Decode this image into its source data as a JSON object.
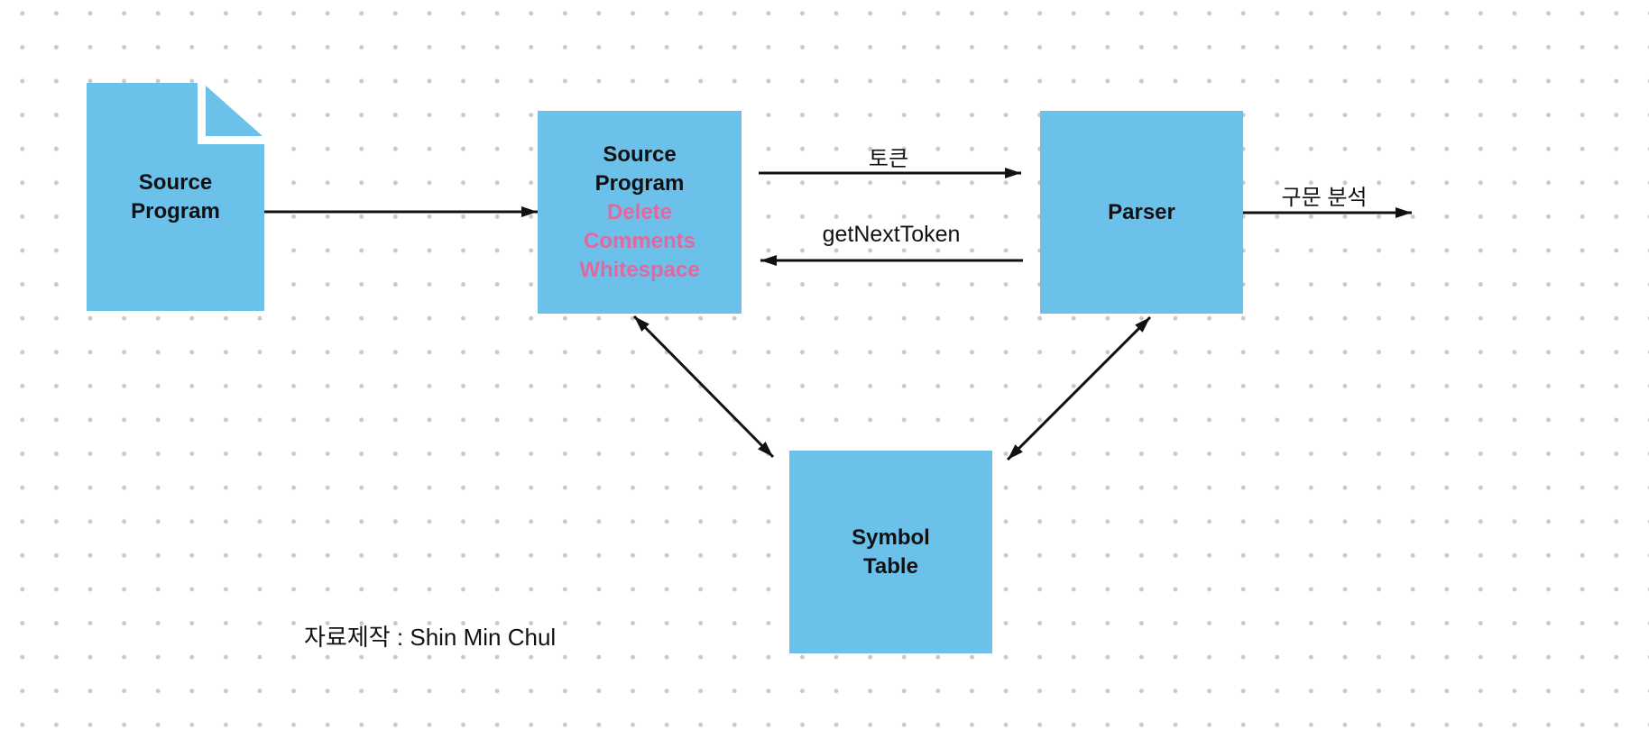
{
  "canvas": {
    "background": "#ffffff",
    "dot_color": "#c9c9c9",
    "node_fill": "#6cc1eb",
    "pink_text_color": "#e2689d",
    "ink_color": "#111111"
  },
  "nodes": {
    "source_doc": {
      "lines": [
        "Source",
        "Program"
      ]
    },
    "lexer": {
      "title_lines": [
        "Source",
        "Program"
      ],
      "pink_lines": [
        "Delete",
        "Comments",
        "Whitespace"
      ]
    },
    "parser": {
      "label": "Parser"
    },
    "symbol_table": {
      "lines": [
        "Symbol",
        "Table"
      ]
    }
  },
  "edge_labels": {
    "token": "토큰",
    "get_next_token": "getNextToken",
    "syntax_analysis": "구문 분석"
  },
  "credit": "자료제작 : Shin Min Chul"
}
